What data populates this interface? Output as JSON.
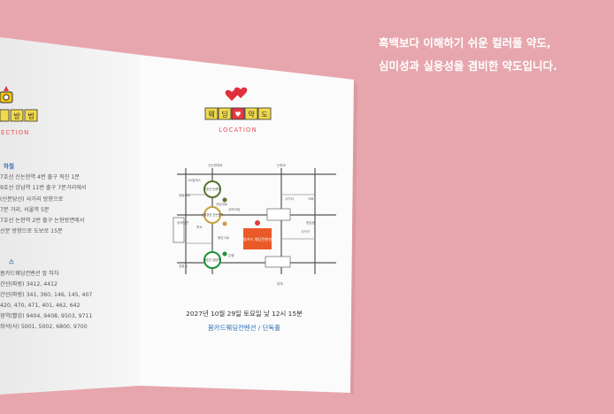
{
  "caption": {
    "line1": "흑백보다 이해하기 쉬운 컬러풀 약도,",
    "line2": "심미성과 실용성을 겸비한 약도입니다."
  },
  "left_panel": {
    "title_chars": [
      "방",
      "법"
    ],
    "subtitle": "ECTION",
    "subway_heading": "하철",
    "subway_lines": [
      "7호선 신논현역 4번 출구 직진 1분",
      "9호선 강남역 11번 출구 7분거리에서",
      "(신분당선) 사거리 방향으로",
      "7분 거리, 서울역 5분",
      "7호선 논현역 2번 출구 논현방면에서",
      "신분 방향으로 도보로 15분"
    ],
    "bus_heading": "스",
    "bus_lines": [
      "봄카드웨딩컨벤션 앞 하차",
      "간선(파랑) 3412, 4412",
      "간선(파랑) 341, 360, 146, 145, 407",
      "420, 470, 471, 401, 462, 642",
      "광역(빨강) 9404, 9408, 9503, 9711",
      "좌석(사) 5001, 5002, 6800, 9700"
    ]
  },
  "map_panel": {
    "title_chars": [
      "웨",
      "딩",
      "약",
      "도"
    ],
    "title_heart": "♥",
    "subtitle": "LOCATION",
    "station_top": "7호선 논현역",
    "station_mid": "신분당선 신논현역",
    "station_bottom": "9호선 강남역",
    "venue": "봄카드 웨딩컨벤션",
    "road_labels": [
      "신논현대로",
      "논현로",
      "GS칼텍스",
      "영동대로",
      "강남대로",
      "교보타워",
      "사거리",
      "국회",
      "양재방면",
      "학교",
      "봉은사로",
      "청담동",
      "사거리",
      "은행",
      "경찰서",
      "양재"
    ],
    "date_line": "2027년 10월 29일 토요일 낮 12시 15분",
    "venue_line": "봄카드웨딩컨벤션 / 단독홀"
  }
}
